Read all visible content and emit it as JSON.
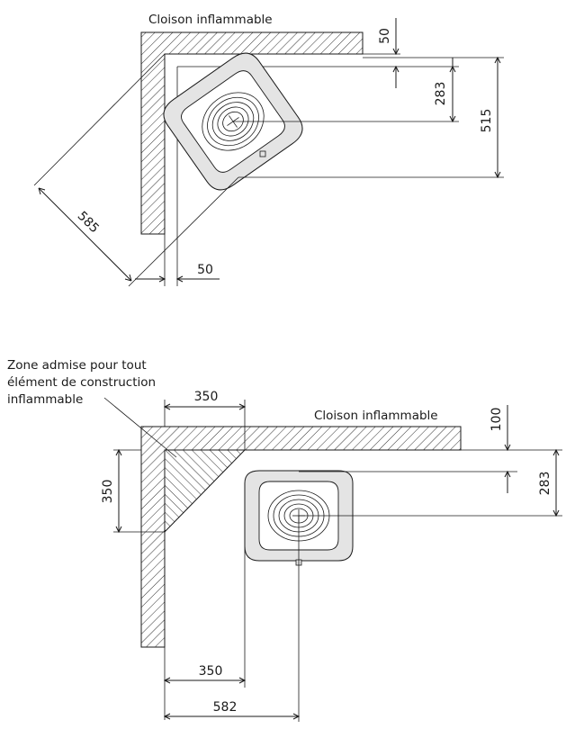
{
  "top_figure": {
    "wall_label": "Cloison inflammable",
    "dim_wall_gap": "50",
    "dim_top_to_center": "283",
    "dim_total_depth": "515",
    "dim_diagonal": "585",
    "dim_side_gap": "50"
  },
  "bottom_figure": {
    "zone_label_line1": "Zone admise pour tout",
    "zone_label_line2": "élément de construction",
    "zone_label_line3": "inflammable",
    "wall_label": "Cloison inflammable",
    "dim_zone_top_width": "350",
    "dim_zone_side_height": "350",
    "dim_wall_gap": "100",
    "dim_top_to_center": "283",
    "dim_side_clearance": "350",
    "dim_wall_to_center": "582"
  },
  "colors": {
    "line": "#1a1a1a",
    "stove_fill": "#e4e4e4",
    "background": "#ffffff"
  }
}
